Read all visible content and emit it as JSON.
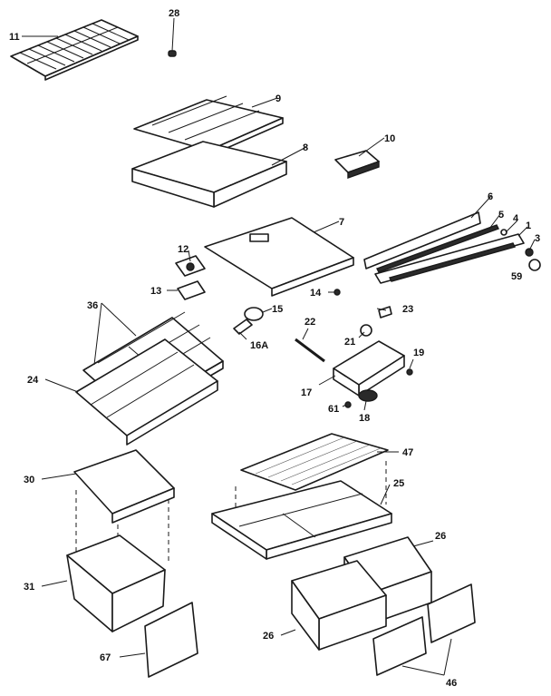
{
  "diagram": {
    "type": "exploded-parts-view",
    "callouts": {
      "c1": "1",
      "c3": "3",
      "c4": "4",
      "c5": "5",
      "c6": "6",
      "c7": "7",
      "c8": "8",
      "c9": "9",
      "c10": "10",
      "c11": "11",
      "c12": "12",
      "c13": "13",
      "c14": "14",
      "c15": "15",
      "c16a": "16A",
      "c17": "17",
      "c18": "18",
      "c19": "19",
      "c21": "21",
      "c22": "22",
      "c23": "23",
      "c24": "24",
      "c25": "25",
      "c26a": "26",
      "c26b": "26",
      "c28": "28",
      "c30": "30",
      "c31": "31",
      "c36": "36",
      "c46": "46",
      "c47": "47",
      "c59": "59",
      "c61": "61",
      "c67": "67"
    }
  }
}
